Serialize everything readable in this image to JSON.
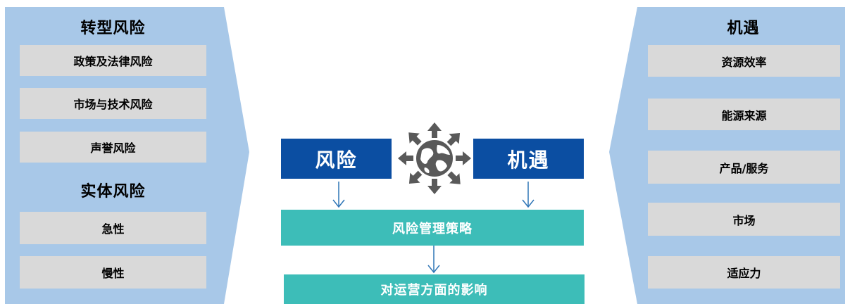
{
  "left_panel": {
    "heading1": "转型风险",
    "items1": [
      "政策及法律风险",
      "市场与技术风险",
      "声誉风险"
    ],
    "heading2": "实体风险",
    "items2": [
      "急性",
      "慢性"
    ]
  },
  "right_panel": {
    "heading": "机遇",
    "items": [
      "资源效率",
      "能源来源",
      "产品/服务",
      "市场",
      "适应力"
    ]
  },
  "center": {
    "risk_label": "风险",
    "opportunity_label": "机遇",
    "strategy_label": "风险管理策略",
    "impact_label": "对运营方面的影响"
  },
  "colors": {
    "panel": "#a8c8e8",
    "item": "#d9d9d9",
    "blue_box": "#0b4ea2",
    "teal_box": "#3dbdb8",
    "arrow": "#2e75b6",
    "globe": "#595959"
  }
}
